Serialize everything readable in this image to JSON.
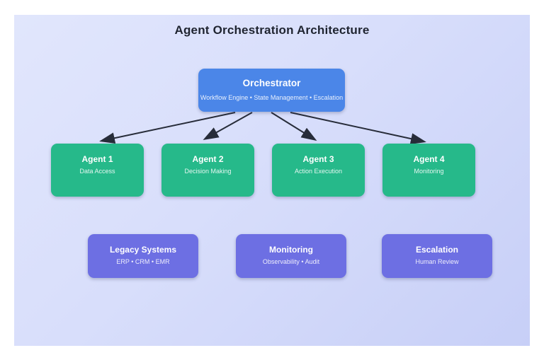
{
  "page": {
    "title": "Agent Orchestration Architecture"
  },
  "colors": {
    "canvas_background_top_left": "#e1e6fc",
    "canvas_background_bottom_right": "#c7cff7",
    "outer_margin": "#ffffff",
    "orchestrator_box": "#4b86e8",
    "agent_box": "#26b98a",
    "system_box": "#6d6fe3",
    "box_text": "#ffffff",
    "title_text": "#1f2430",
    "arrow": "#272c39"
  },
  "orchestrator": {
    "title": "Orchestrator",
    "subtitle": "Workflow Engine • State Management • Escalation"
  },
  "agents": [
    {
      "title": "Agent 1",
      "subtitle": "Data Access"
    },
    {
      "title": "Agent 2",
      "subtitle": "Decision Making"
    },
    {
      "title": "Agent 3",
      "subtitle": "Action Execution"
    },
    {
      "title": "Agent 4",
      "subtitle": "Monitoring"
    }
  ],
  "systems": [
    {
      "title": "Legacy Systems",
      "subtitle": "ERP • CRM • EMR"
    },
    {
      "title": "Monitoring",
      "subtitle": "Observability • Audit"
    },
    {
      "title": "Escalation",
      "subtitle": "Human Review"
    }
  ]
}
